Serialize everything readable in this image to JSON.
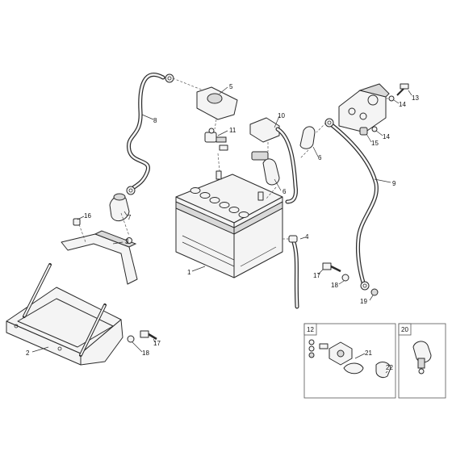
{
  "callouts": {
    "c1": "1",
    "c2": "2",
    "c3": "3",
    "c4": "4",
    "c5": "5",
    "c6a": "6",
    "c6b": "6",
    "c7": "7",
    "c8": "8",
    "c9": "9",
    "c10": "10",
    "c11": "11",
    "c13": "13",
    "c14a": "14",
    "c14b": "14",
    "c15": "15",
    "c16": "16",
    "c17a": "17",
    "c17b": "17",
    "c18a": "18",
    "c18b": "18",
    "c19": "19",
    "c21": "21",
    "c22": "22"
  },
  "inset_boxes": {
    "box_12": "12",
    "box_20": "20"
  },
  "colors": {
    "line": "#2a2a2a",
    "part_fill": "#f4f4f4",
    "background": "#ffffff"
  }
}
